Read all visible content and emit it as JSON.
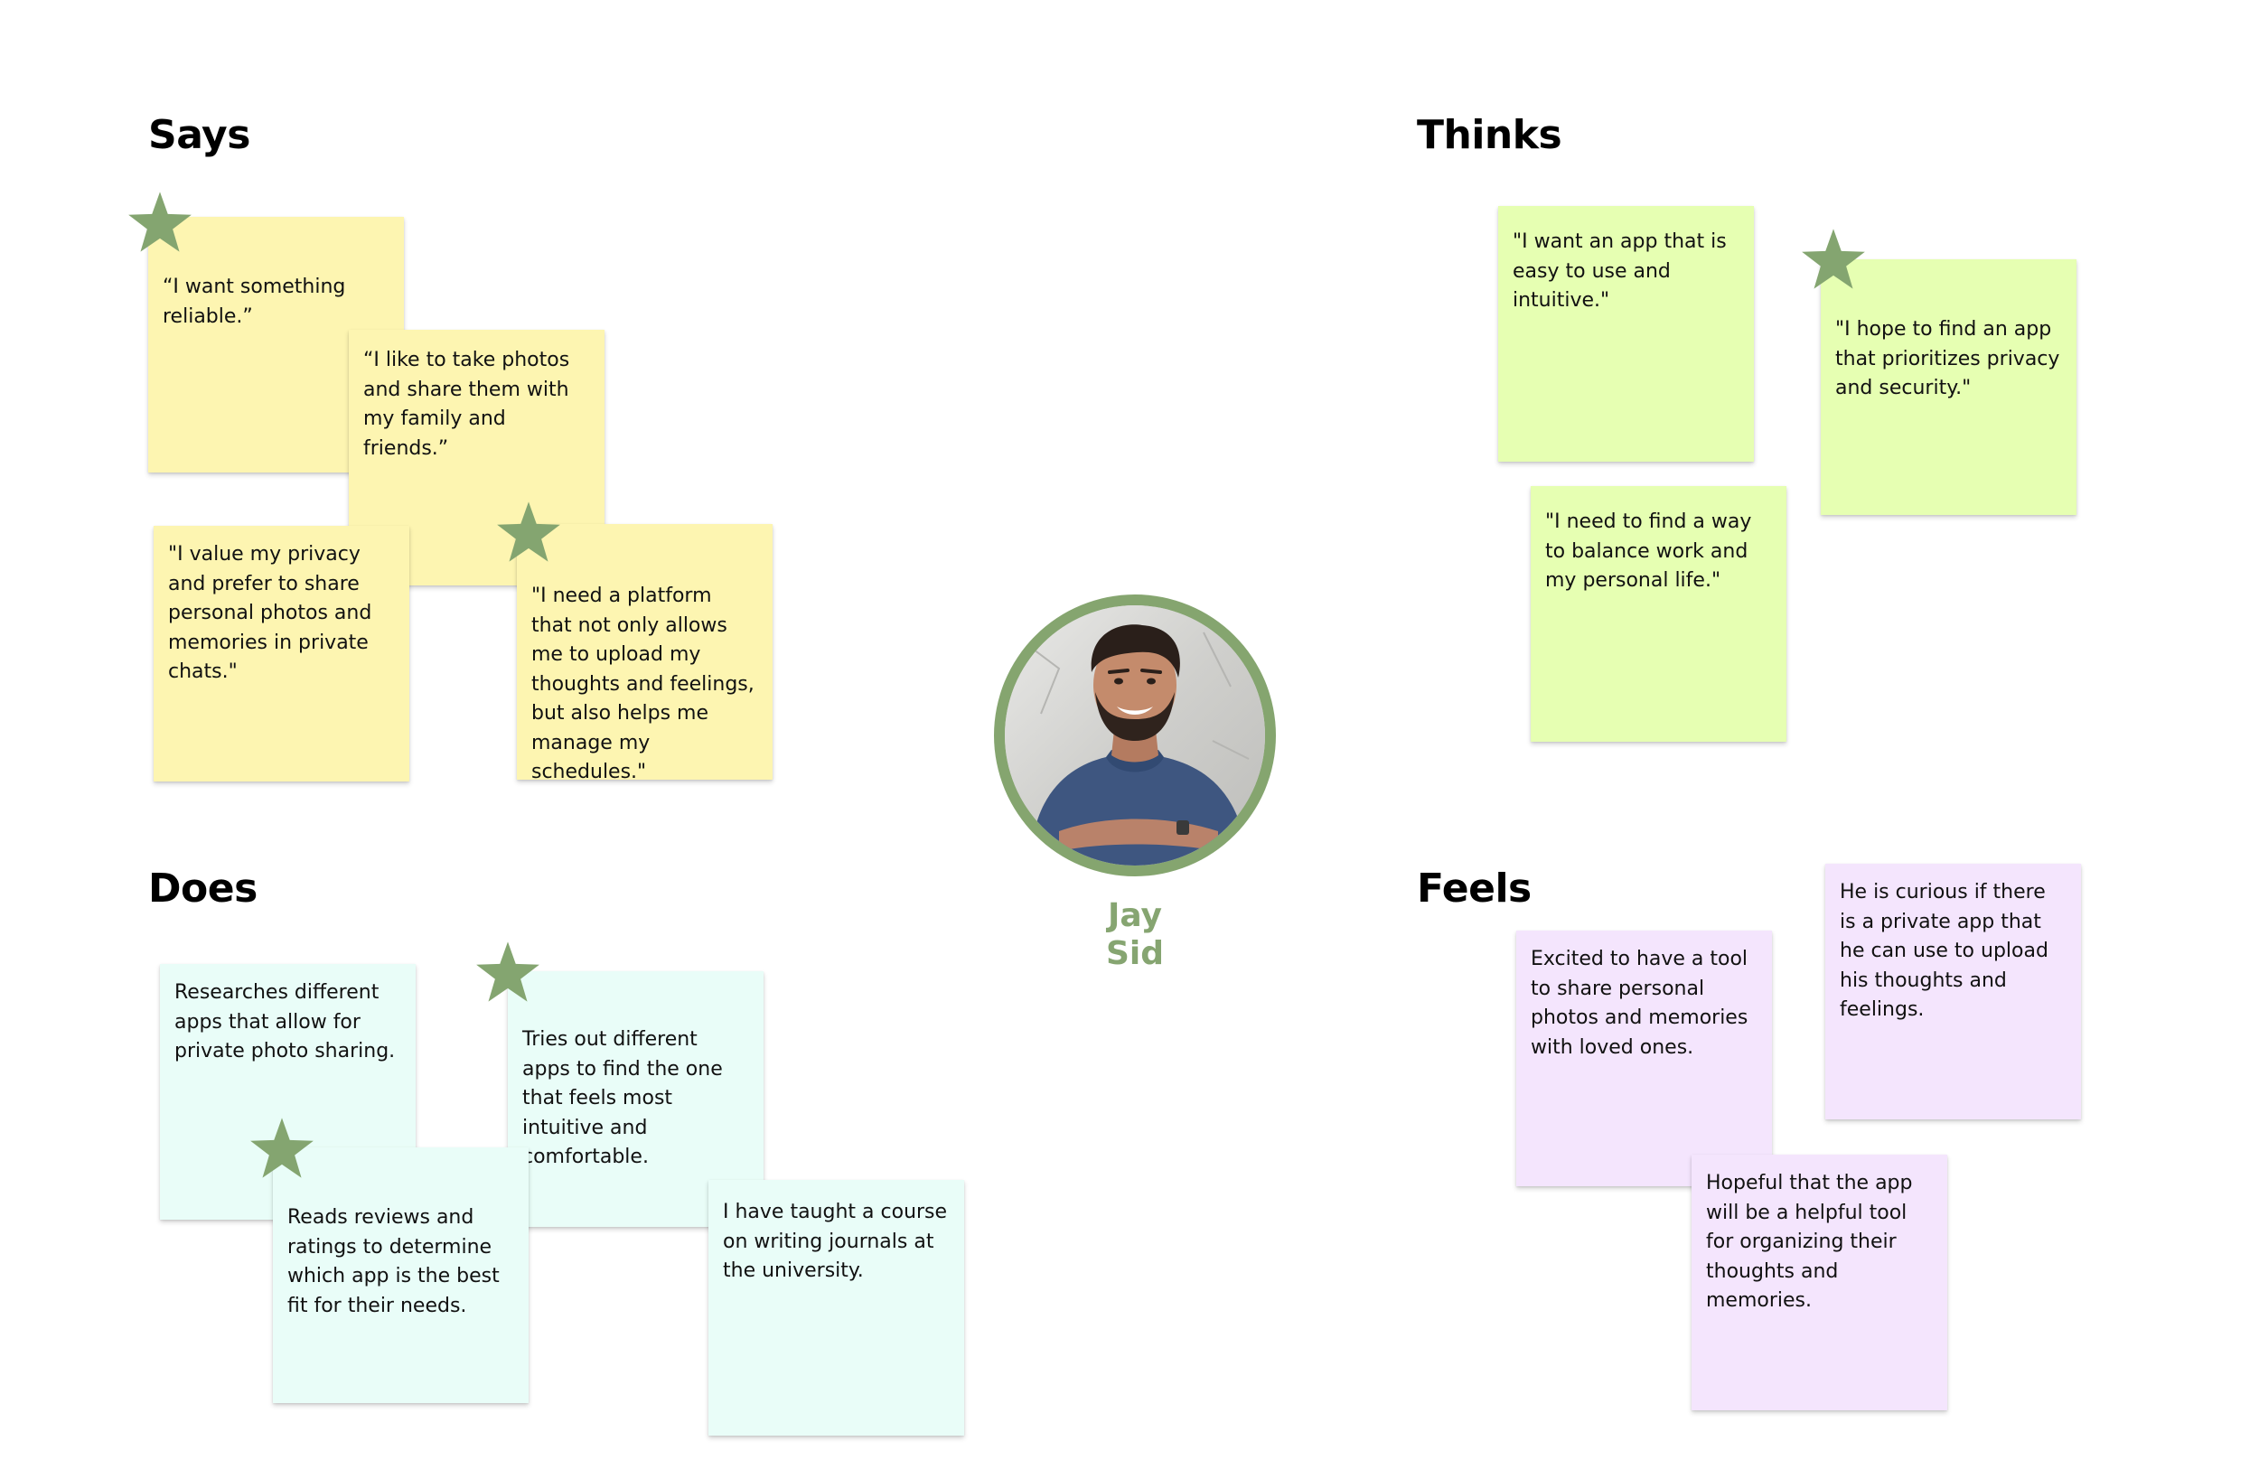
{
  "colors": {
    "says_note": "#fdf5b1",
    "thinks_note": "#e6ffb2",
    "does_note": "#e9fdf8",
    "feels_note": "#f4e5fd",
    "star": "#84a570",
    "persona_accent": "#86a571"
  },
  "sections": {
    "says": "Says",
    "thinks": "Thinks",
    "does": "Does",
    "feels": "Feels"
  },
  "persona": {
    "first_name": "Jay",
    "last_name": "Sid",
    "photo_icon": "person-photo"
  },
  "says_notes": [
    "“I want something reliable.”",
    "“I like to take photos and share them with my family and friends.”",
    "\"I value my privacy and prefer to share personal photos and memories in private chats.\"",
    "\"I need a platform that not only allows me to upload my thoughts and feelings, but also helps me manage my schedules.\""
  ],
  "thinks_notes": [
    "\"I want an app that is easy to use and intuitive.\"",
    "\"I hope to find an app that prioritizes privacy and security.\"",
    "\"I need to find a way to balance work and my personal life.\""
  ],
  "does_notes": [
    "Researches different apps that allow for private photo sharing.",
    "Tries out different apps to find the one that feels most intuitive and comfortable.",
    "Reads reviews and ratings to determine which app is the best fit for their needs.",
    "I have taught a course on writing journals at the university."
  ],
  "feels_notes": [
    "He is curious if there is a private app that he can use to upload his thoughts and feelings.",
    "Excited to have a tool to share personal photos and memories with loved ones.",
    "Hopeful that the app will be a helpful tool for organizing their thoughts and memories."
  ],
  "icons": {
    "star": "star-icon"
  }
}
